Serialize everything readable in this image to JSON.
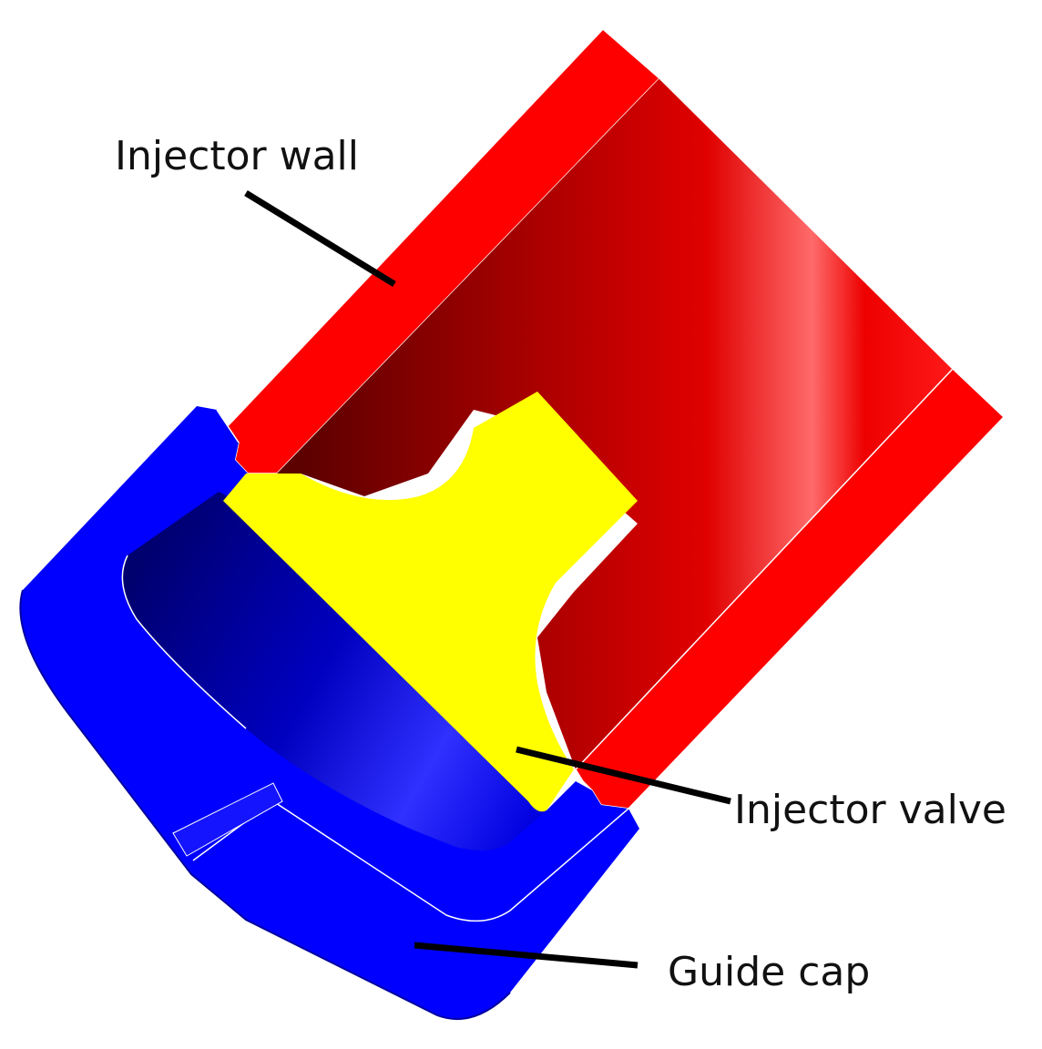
{
  "labels": {
    "injector_wall": "Injector wall",
    "injector_valve": "Injector valve",
    "guide_cap": "Guide cap"
  },
  "colors": {
    "injector_wall": "#ff0000",
    "injector_wall_shadow": "#6a0000",
    "injector_valve": "#ffff00",
    "guide_cap": "#0000ff",
    "guide_cap_shadow": "#00007a",
    "leader_line": "#000000",
    "background": "#ffffff"
  }
}
